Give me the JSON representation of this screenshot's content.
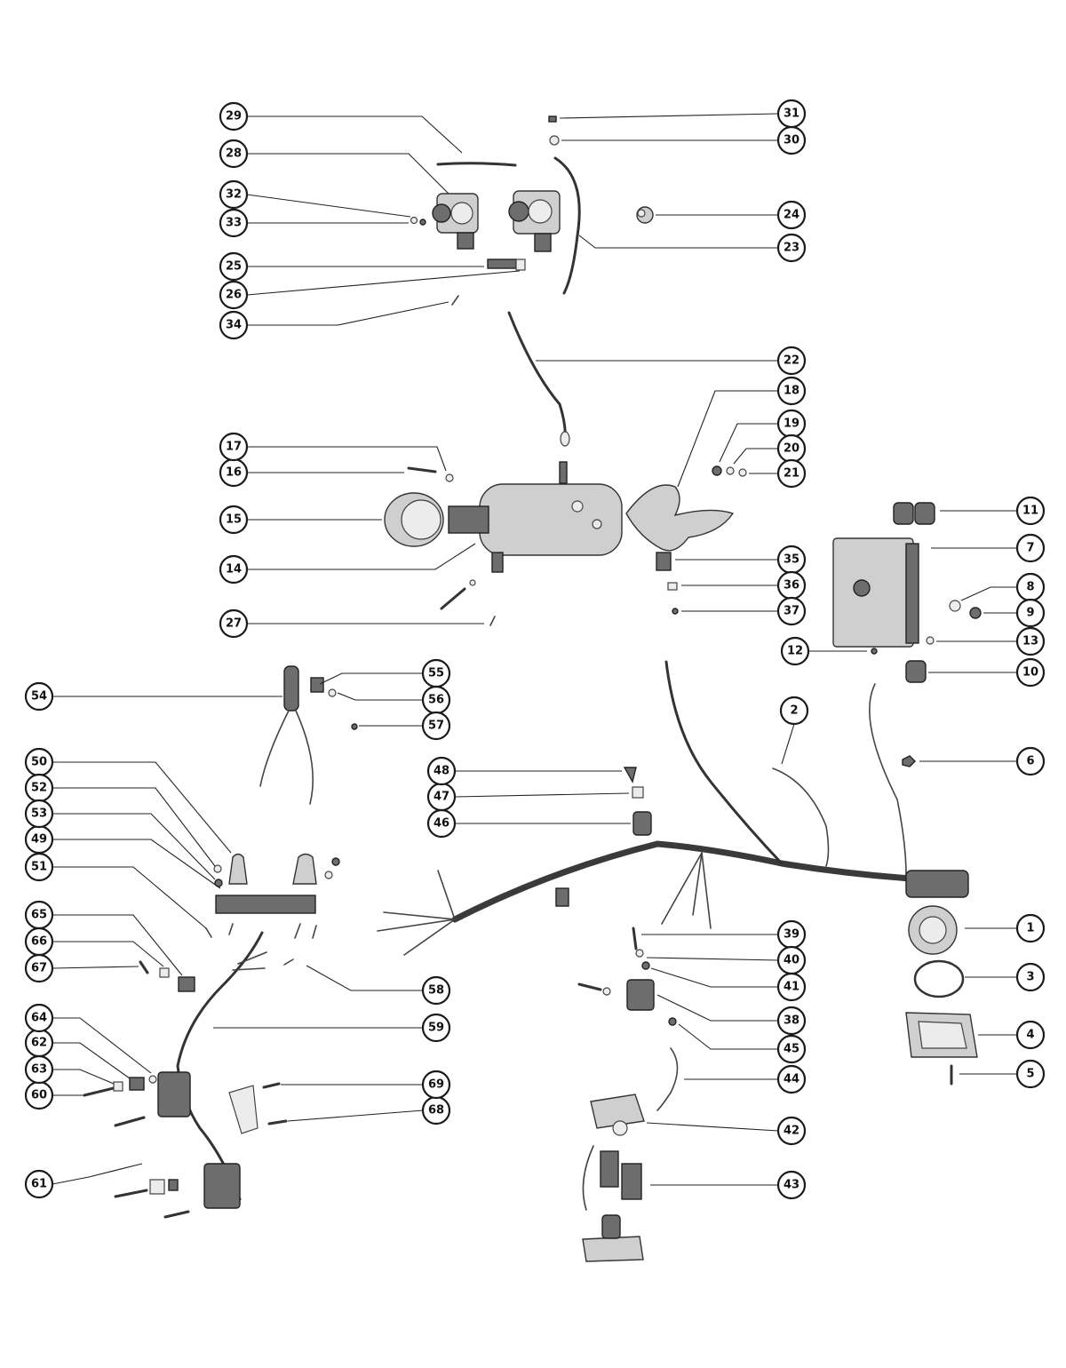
{
  "callouts": [
    {
      "id": "c1",
      "label": "1"
    },
    {
      "id": "c2",
      "label": "2"
    },
    {
      "id": "c3",
      "label": "3"
    },
    {
      "id": "c4",
      "label": "4"
    },
    {
      "id": "c5",
      "label": "5"
    },
    {
      "id": "c6",
      "label": "6"
    },
    {
      "id": "c7",
      "label": "7"
    },
    {
      "id": "c8",
      "label": "8"
    },
    {
      "id": "c9",
      "label": "9"
    },
    {
      "id": "c10",
      "label": "10"
    },
    {
      "id": "c11",
      "label": "11"
    },
    {
      "id": "c12",
      "label": "12"
    },
    {
      "id": "c13",
      "label": "13"
    },
    {
      "id": "c14",
      "label": "14"
    },
    {
      "id": "c15",
      "label": "15"
    },
    {
      "id": "c16",
      "label": "16"
    },
    {
      "id": "c17",
      "label": "17"
    },
    {
      "id": "c18",
      "label": "18"
    },
    {
      "id": "c19",
      "label": "19"
    },
    {
      "id": "c20",
      "label": "20"
    },
    {
      "id": "c21",
      "label": "21"
    },
    {
      "id": "c22",
      "label": "22"
    },
    {
      "id": "c23",
      "label": "23"
    },
    {
      "id": "c24",
      "label": "24"
    },
    {
      "id": "c25",
      "label": "25"
    },
    {
      "id": "c26",
      "label": "26"
    },
    {
      "id": "c27",
      "label": "27"
    },
    {
      "id": "c28",
      "label": "28"
    },
    {
      "id": "c29",
      "label": "29"
    },
    {
      "id": "c30",
      "label": "30"
    },
    {
      "id": "c31",
      "label": "31"
    },
    {
      "id": "c32",
      "label": "32"
    },
    {
      "id": "c33",
      "label": "33"
    },
    {
      "id": "c34",
      "label": "34"
    },
    {
      "id": "c35",
      "label": "35"
    },
    {
      "id": "c36",
      "label": "36"
    },
    {
      "id": "c37",
      "label": "37"
    },
    {
      "id": "c38",
      "label": "38"
    },
    {
      "id": "c39",
      "label": "39"
    },
    {
      "id": "c40",
      "label": "40"
    },
    {
      "id": "c41",
      "label": "41"
    },
    {
      "id": "c42",
      "label": "42"
    },
    {
      "id": "c43",
      "label": "43"
    },
    {
      "id": "c44",
      "label": "44"
    },
    {
      "id": "c45",
      "label": "45"
    },
    {
      "id": "c46",
      "label": "46"
    },
    {
      "id": "c47",
      "label": "47"
    },
    {
      "id": "c48",
      "label": "48"
    },
    {
      "id": "c49",
      "label": "49"
    },
    {
      "id": "c50",
      "label": "50"
    },
    {
      "id": "c51",
      "label": "51"
    },
    {
      "id": "c52",
      "label": "52"
    },
    {
      "id": "c53",
      "label": "53"
    },
    {
      "id": "c54",
      "label": "54"
    },
    {
      "id": "c55",
      "label": "55"
    },
    {
      "id": "c56",
      "label": "56"
    },
    {
      "id": "c57",
      "label": "57"
    },
    {
      "id": "c58",
      "label": "58"
    },
    {
      "id": "c59",
      "label": "59"
    },
    {
      "id": "c60",
      "label": "60"
    },
    {
      "id": "c61",
      "label": "61"
    },
    {
      "id": "c62",
      "label": "62"
    },
    {
      "id": "c63",
      "label": "63"
    },
    {
      "id": "c64",
      "label": "64"
    },
    {
      "id": "c65",
      "label": "65"
    },
    {
      "id": "c66",
      "label": "66"
    },
    {
      "id": "c67",
      "label": "67"
    },
    {
      "id": "c68",
      "label": "68"
    },
    {
      "id": "c69",
      "label": "69"
    }
  ]
}
